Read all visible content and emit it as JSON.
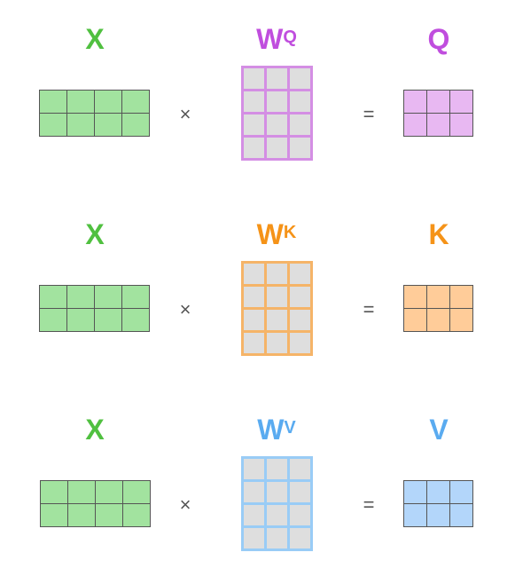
{
  "colors": {
    "x_label": "#50c040",
    "x_fill": "#a2e39f",
    "weight_cell": "#dedede",
    "operator": "#555555"
  },
  "rows": [
    {
      "x_label": "X",
      "weight_base": "W",
      "weight_sup": "Q",
      "times": "×",
      "equals": "=",
      "output_label": "Q",
      "accent": "#c04ede",
      "weight_border": "#d48ee4",
      "output_fill": "#e8b8f2"
    },
    {
      "x_label": "X",
      "weight_base": "W",
      "weight_sup": "K",
      "times": "×",
      "equals": "=",
      "output_label": "K",
      "accent": "#f59318",
      "weight_border": "#f5b468",
      "output_fill": "#ffcc99"
    },
    {
      "x_label": "X",
      "weight_base": "W",
      "weight_sup": "V",
      "times": "×",
      "equals": "=",
      "output_label": "V",
      "accent": "#5aabf0",
      "weight_border": "#99ccf6",
      "output_fill": "#b3d6fa"
    }
  ]
}
